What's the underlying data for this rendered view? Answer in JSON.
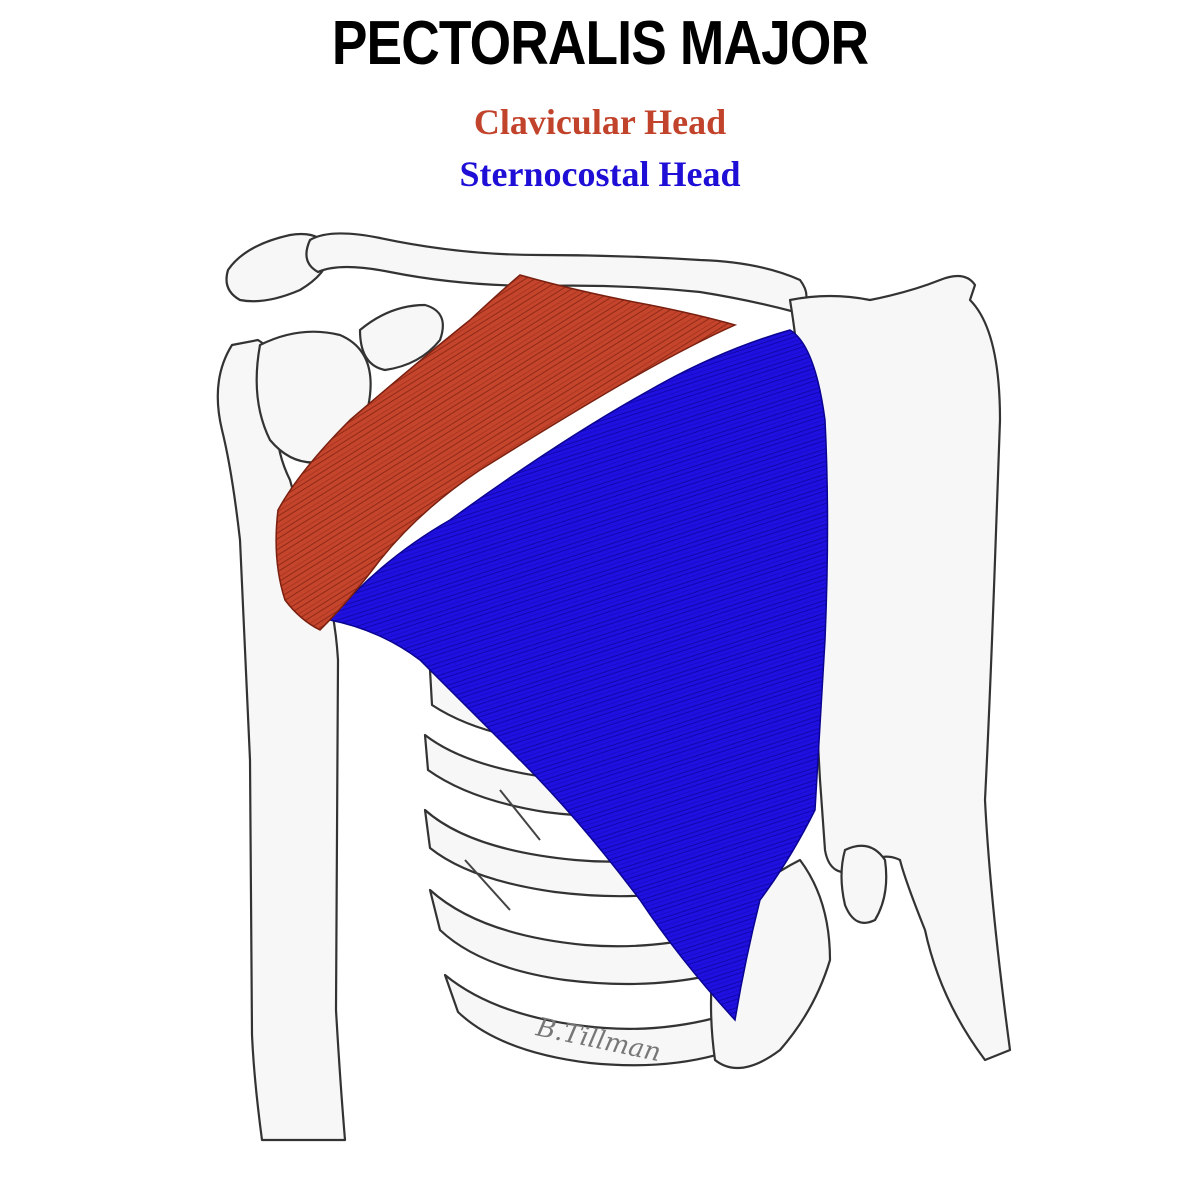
{
  "diagram": {
    "title": "PECTORALIS MAJOR",
    "legend": [
      {
        "label": "Clavicular Head",
        "color": "#c2432b"
      },
      {
        "label": "Sternocostal Head",
        "color": "#1e0ed6"
      }
    ],
    "signature": "B.Tillman"
  }
}
